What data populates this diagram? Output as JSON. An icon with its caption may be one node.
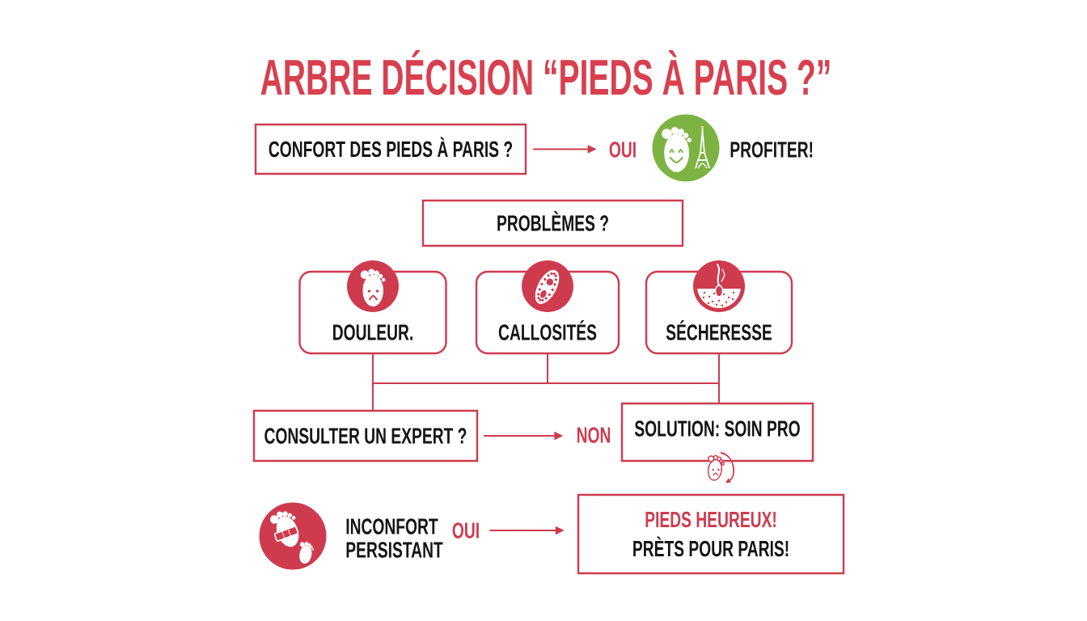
{
  "diagram": {
    "title": "ARBRE DÉCISION “PIEDS À PARIS ?”",
    "nodes": [
      {
        "text": [
          "CONFORT DES PIEDS À PARIS ?"
        ]
      },
      {
        "text": [
          "OUI"
        ]
      },
      {
        "text": [],
        "shape": "picture",
        "beside": [
          "PROFITER!"
        ]
      },
      {
        "text": [
          "PROBLÈMES ?"
        ]
      },
      {
        "text": [
          "DOULEUR."
        ]
      },
      {
        "text": [
          "CALLOSITÉS"
        ]
      },
      {
        "text": [
          "SÉCHERESSE"
        ]
      },
      {
        "text": [
          "CONSULTER UN EXPERT ?"
        ]
      },
      {
        "text": [
          "NON"
        ]
      },
      {
        "text": [
          "SOLUTION: SOIN PRO"
        ]
      },
      {
        "text": [],
        "shape": "picture",
        "beside": [
          "INCONFORT PERSISTANT"
        ]
      },
      {
        "text": [
          "OUI"
        ]
      },
      {
        "text": [
          "PIEDS HEUREUX!",
          "PRÈTS POUR PARIS!"
        ]
      }
    ],
    "edges": [
      {
        "from": 0,
        "to": 1,
        "arrow": "to"
      },
      {
        "from": 4,
        "to": 7,
        "arrow": "none"
      },
      {
        "from": 4,
        "to": 9,
        "arrow": "none"
      },
      {
        "from": 5,
        "to": 7,
        "arrow": "none"
      },
      {
        "from": 5,
        "to": 9,
        "arrow": "none"
      },
      {
        "from": 6,
        "to": 7,
        "arrow": "none"
      },
      {
        "from": 6,
        "to": 9,
        "arrow": "none"
      },
      {
        "from": 7,
        "to": 8,
        "arrow": "to"
      },
      {
        "from": 11,
        "to": 12,
        "arrow": "to"
      }
    ]
  }
}
